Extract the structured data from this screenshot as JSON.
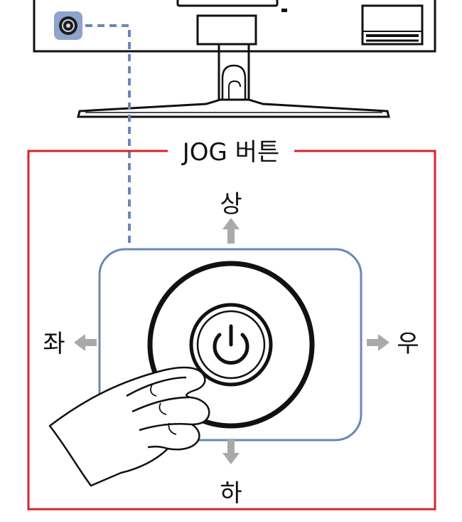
{
  "title": "JOG 버튼",
  "directions": {
    "up": "상",
    "down": "하",
    "left": "좌",
    "right": "우"
  },
  "icons": {
    "jog": "jog-button-icon",
    "power": "power-icon",
    "arrow": "arrow-icon",
    "hand": "hand-icon"
  },
  "colors": {
    "frame": "#d8232a",
    "highlight": "#6b87b8",
    "arrow": "#a9a9a9",
    "line": "#111111"
  }
}
